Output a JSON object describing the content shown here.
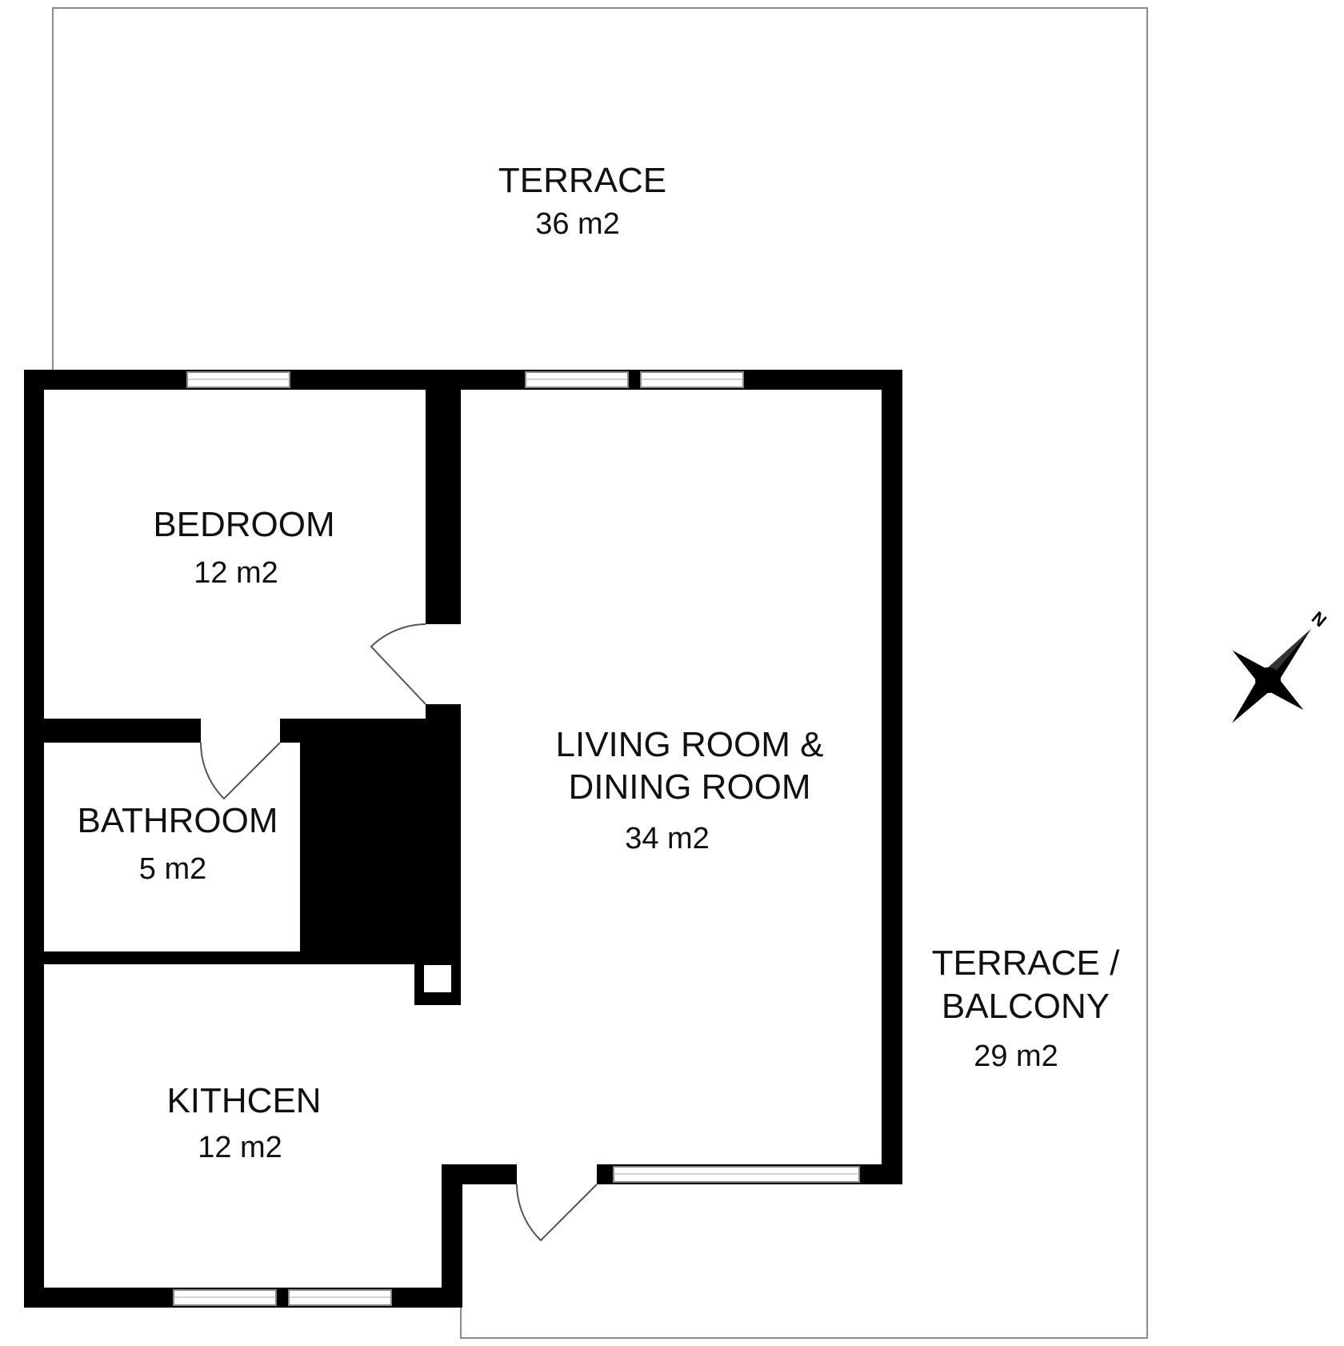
{
  "colors": {
    "wall": "#000000",
    "terrace_outline": "#8a8a8a",
    "window_glass": "#ffffff",
    "background": "#ffffff"
  },
  "rooms": {
    "terrace_top": {
      "name": "TERRACE",
      "area": "36 m2"
    },
    "bedroom": {
      "name": "BEDROOM",
      "area": "12 m2"
    },
    "living": {
      "name_line1": "LIVING ROOM &",
      "name_line2": "DINING ROOM",
      "area": "34 m2"
    },
    "bathroom": {
      "name": "BATHROOM",
      "area": "5 m2"
    },
    "terrace_balcony": {
      "name_line1": "TERRACE /",
      "name_line2": "BALCONY",
      "area": "29 m2"
    },
    "kitchen": {
      "name": "KITHCEN",
      "area": "12 m2"
    }
  },
  "compass": {
    "icon": "compass-rose-icon",
    "label": "N"
  }
}
